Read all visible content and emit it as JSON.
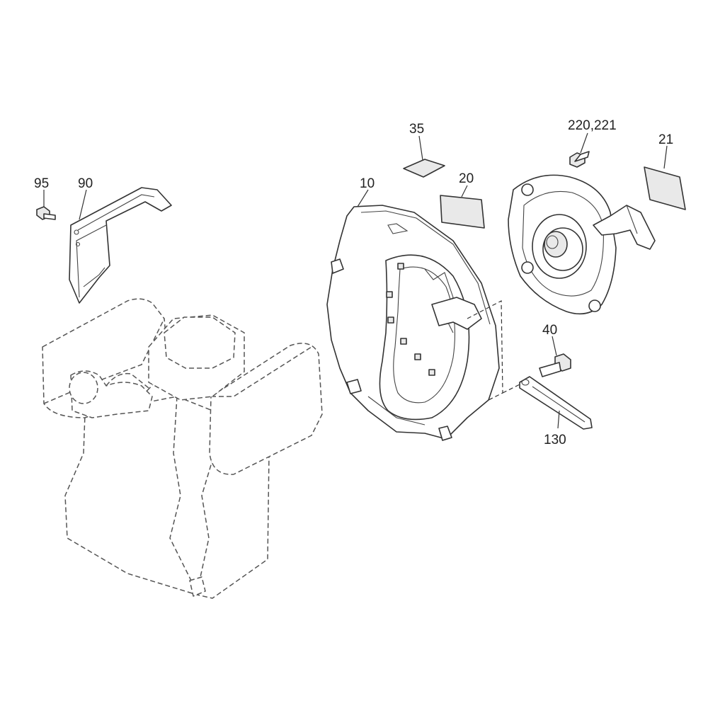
{
  "callouts": {
    "p95": "95",
    "p90": "90",
    "p10": "10",
    "p35": "35",
    "p20": "20",
    "p220": "220,221",
    "p21": "21",
    "p40": "40",
    "p130": "130"
  },
  "colors": {
    "line": "#333333",
    "ghost": "#555555",
    "label_fill": "#e9e9e9",
    "background": "#ffffff"
  }
}
